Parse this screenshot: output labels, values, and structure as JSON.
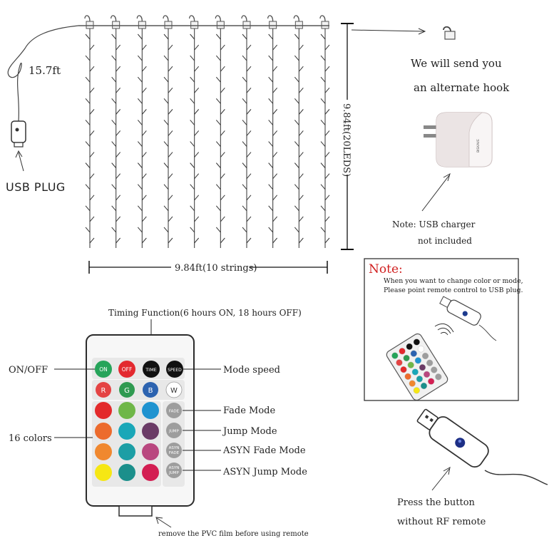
{
  "curtain": {
    "cable_length": "15.7ft",
    "plug_label": "USB PLUG",
    "height_label": "9.84ft(20LEDS)",
    "width_label": "9.84ft(10 strings)",
    "string_count": 10,
    "leds_per_string": 20
  },
  "hook_note": {
    "line1": "We will send you",
    "line2": "an alternate hook"
  },
  "charger_note": {
    "line1": "Note: USB charger",
    "line2": "not included",
    "brand": "BISKAVE"
  },
  "note_box": {
    "title": "Note:",
    "line1": "When you want to change color or mode,",
    "line2": "Please point remote control to USB plug."
  },
  "remote": {
    "timing_label": "Timing Function(6 hours ON, 18 hours OFF)",
    "onoff_label": "ON/OFF",
    "colors_label": "16 colors",
    "mode_speed_label": "Mode speed",
    "fade_mode_label": "Fade Mode",
    "jump_mode_label": "Jump Mode",
    "asyn_fade_label": "ASYN Fade Mode",
    "asyn_jump_label": "ASYN Jump Mode",
    "film_label": "remove the PVC film before using remote",
    "buttons": {
      "on": "ON",
      "off": "OFF",
      "time": "TIME",
      "speed": "SPEED",
      "r": "R",
      "g": "G",
      "b": "B",
      "w": "W",
      "fade": "FADE",
      "jump": "JUMP",
      "asyn_fade_1": "ASYN",
      "asyn_fade_2": "FADE",
      "asyn_jump_1": "ASYN",
      "asyn_jump_2": "JUMP"
    },
    "color_grid": [
      [
        "#e32a2b",
        "#6fb748",
        "#1f93d0"
      ],
      [
        "#ec6b2d",
        "#1aa7b8",
        "#6b3b66"
      ],
      [
        "#f0882f",
        "#1c9ea5",
        "#b9477f"
      ],
      [
        "#f6e714",
        "#1b8f8b",
        "#d31e52"
      ]
    ],
    "colors": {
      "on": "#26a45a",
      "off": "#e3292f",
      "time": "#111111",
      "speed": "#111111",
      "r": "#e44343",
      "g": "#2f9a51",
      "b": "#2c63b0",
      "w": "#ffffff",
      "mode": "#9d9d9d"
    }
  },
  "press_note": {
    "line1": "Press the button",
    "line2": "without RF remote"
  }
}
